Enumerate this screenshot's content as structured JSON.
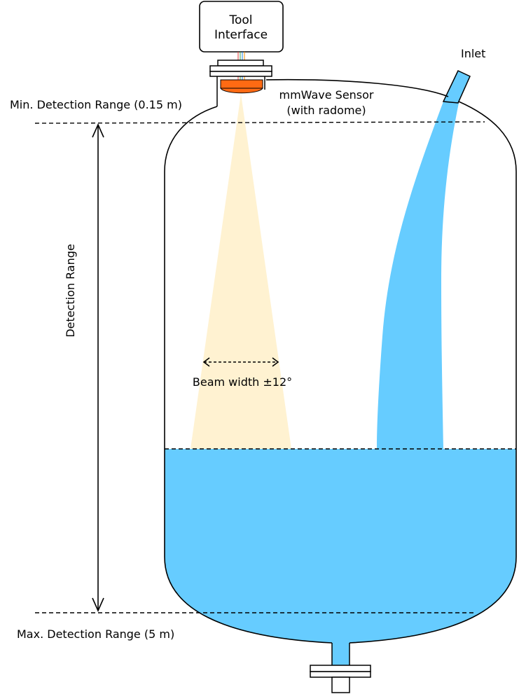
{
  "labels": {
    "tool_interface_line1": "Tool",
    "tool_interface_line2": "Interface",
    "inlet": "Inlet",
    "sensor_line1": "mmWave Sensor",
    "sensor_line2": "(with radome)",
    "min_range": "Min. Detection Range (0.15 m)",
    "max_range": "Max. Detection Range (5 m)",
    "detection_range": "Detection Range",
    "beam_width": "Beam width ±12°"
  },
  "colors": {
    "liquid": "#66CCFF",
    "beam": "#FFF2D1",
    "sensor": "#FF6A13",
    "outline": "#000000"
  }
}
